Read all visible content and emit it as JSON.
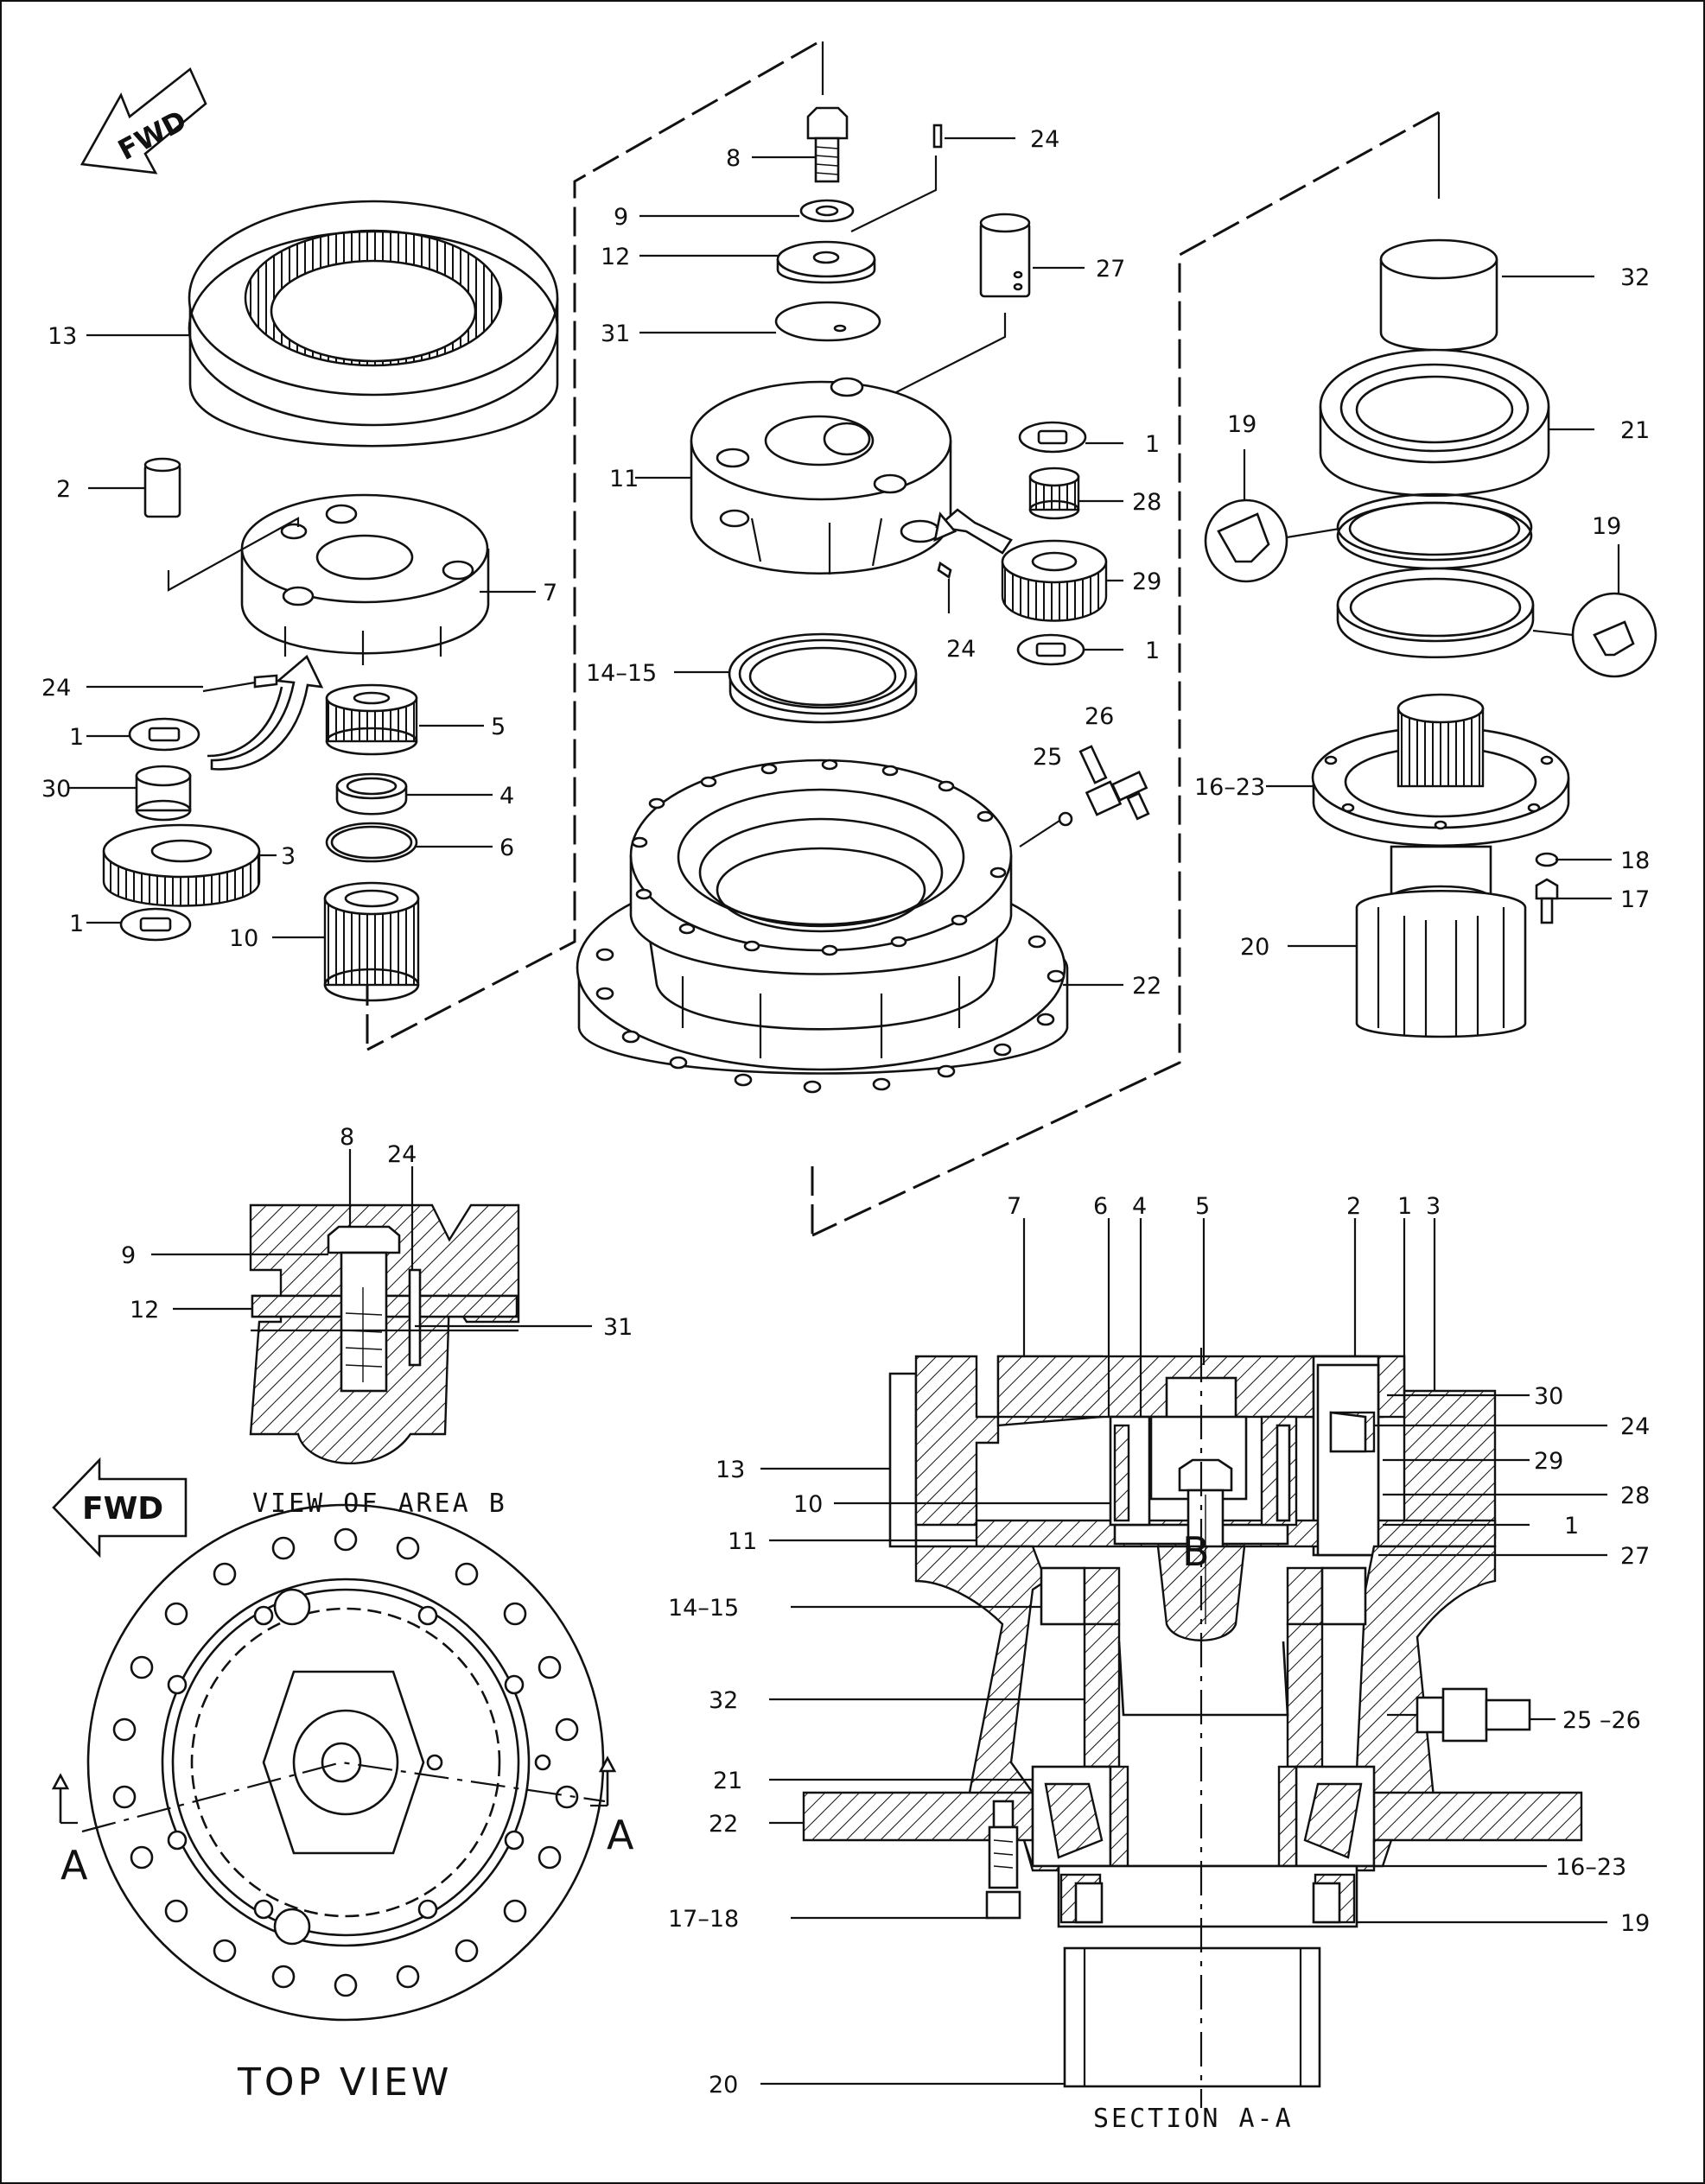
{
  "labels": {
    "n1": "1",
    "n2": "2",
    "n3": "3",
    "n4": "4",
    "n5": "5",
    "n6": "6",
    "n7": "7",
    "n8": "8",
    "n9": "9",
    "n10": "10",
    "n11": "11",
    "n12": "12",
    "n13": "13",
    "n1415": "14–15",
    "n1623": "16–23",
    "n17": "17",
    "n1718": "17–18",
    "n18": "18",
    "n19": "19",
    "n20": "20",
    "n21": "21",
    "n22": "22",
    "n24": "24",
    "n25": "25",
    "n2526": "25 –26",
    "n26": "26",
    "n27": "27",
    "n28": "28",
    "n29": "29",
    "n30": "30",
    "n31": "31",
    "n32": "32",
    "fwd": "FWD",
    "view_area_b": "VIEW OF AREA B",
    "top_view": "TOP VIEW",
    "section": "SECTION A-A",
    "a": "A",
    "b": "B"
  },
  "colors": {
    "ink": "#111111",
    "paper": "#ffffff"
  }
}
